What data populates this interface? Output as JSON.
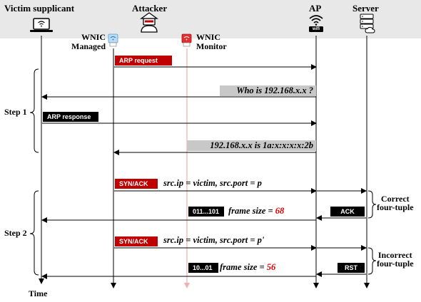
{
  "header": {
    "victim": "Victim supplicant",
    "attacker": "Attacker",
    "ap": "AP",
    "server": "Server",
    "wifi_badge": "wifi"
  },
  "wnic": {
    "managed_line1": "WNIC",
    "managed_line2": "Managed",
    "monitor_line1": "WNIC",
    "monitor_line2": "Monitor"
  },
  "steps": {
    "step1": "Step 1",
    "step2": "Step 2",
    "time": "Time"
  },
  "messages": {
    "arp_request": "ARP request",
    "who_is": "Who is 192.168.x.x ?",
    "arp_response": "ARP response",
    "reply": "192.168.x.x  is  1a:x:x:x:x:2b",
    "synack": "SYN/ACK",
    "spoof1": "src.ip = victim, src.port = p",
    "bits1": "011...101",
    "frame_size_label": "frame size = ",
    "size1": "68",
    "ack": "ACK",
    "correct_line1": "Correct",
    "correct_line2": "four-tuple",
    "spoof2": "src.ip = victim, src.port = p'",
    "bits2": "10...01",
    "size2": "56",
    "rst": "RST",
    "incorrect_line1": "Incorrect",
    "incorrect_line2": "four-tuple"
  },
  "colors": {
    "accent_red": "#c00000",
    "highlight_red": "#e00000",
    "gray_box": "#c8c8c8",
    "header_band": "#e8e8e8",
    "monitor_line": "#f0b0b0"
  }
}
